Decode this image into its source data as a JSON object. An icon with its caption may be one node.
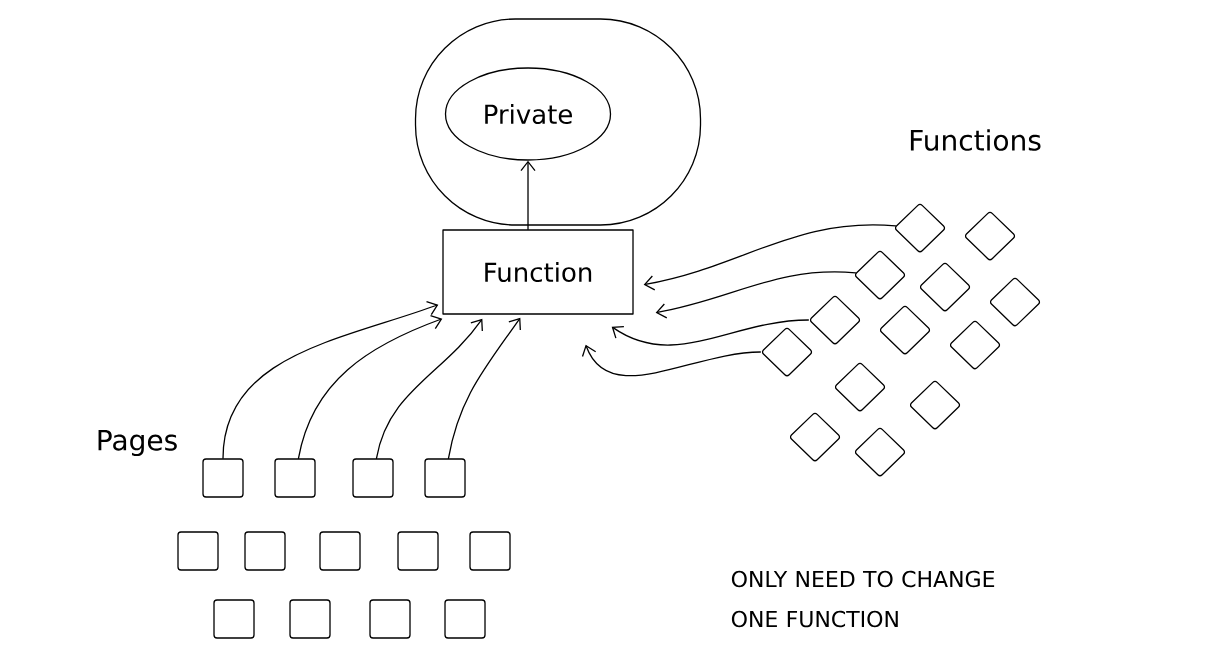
{
  "diagram": {
    "nodes": [
      {
        "text": [],
        "shape": "circle"
      },
      {
        "text": [
          "Private"
        ],
        "in": 0
      },
      {
        "text": [
          "Function"
        ]
      },
      {
        "text": [],
        "shape": "box"
      },
      {
        "text": [],
        "shape": "box"
      },
      {
        "text": [],
        "shape": "box"
      },
      {
        "text": [],
        "shape": "box"
      },
      {
        "text": [],
        "shape": "box"
      },
      {
        "text": [],
        "shape": "box"
      },
      {
        "text": [],
        "shape": "box"
      },
      {
        "text": [],
        "shape": "box"
      },
      {
        "text": [],
        "shape": "box"
      },
      {
        "text": [],
        "shape": "box"
      },
      {
        "text": [],
        "shape": "box"
      },
      {
        "text": [],
        "shape": "box"
      },
      {
        "text": [],
        "shape": "box"
      },
      {
        "text": [],
        "shape": "box"
      },
      {
        "text": [],
        "shape": "box"
      },
      {
        "text": [],
        "shape": "box"
      },
      {
        "text": [],
        "shape": "box"
      },
      {
        "text": [],
        "shape": "box"
      },
      {
        "text": [],
        "shape": "box"
      },
      {
        "text": [],
        "shape": "box"
      },
      {
        "text": [],
        "shape": "box"
      },
      {
        "text": [],
        "shape": "box"
      },
      {
        "text": [],
        "shape": "box"
      },
      {
        "text": [],
        "shape": "box"
      },
      {
        "text": [],
        "shape": "box"
      },
      {
        "text": [],
        "shape": "box"
      }
    ],
    "edges": [
      {
        "from": 2,
        "to": 1,
        "arrow": "to"
      },
      {
        "from": 3,
        "to": 2,
        "arrow": "to"
      },
      {
        "from": 4,
        "to": 2,
        "arrow": "to"
      },
      {
        "from": 5,
        "to": 2,
        "arrow": "to"
      },
      {
        "from": 6,
        "to": 2,
        "arrow": "to"
      },
      {
        "from": 16,
        "to": 2,
        "arrow": "to"
      },
      {
        "from": 18,
        "to": 2,
        "arrow": "to"
      },
      {
        "from": 21,
        "to": 2,
        "arrow": "to"
      },
      {
        "from": 24,
        "to": 2,
        "arrow": "to"
      }
    ],
    "labels": [
      "Functions",
      "Pages",
      "ONLY NEED TO CHANGE ONE FUNCTION"
    ]
  }
}
